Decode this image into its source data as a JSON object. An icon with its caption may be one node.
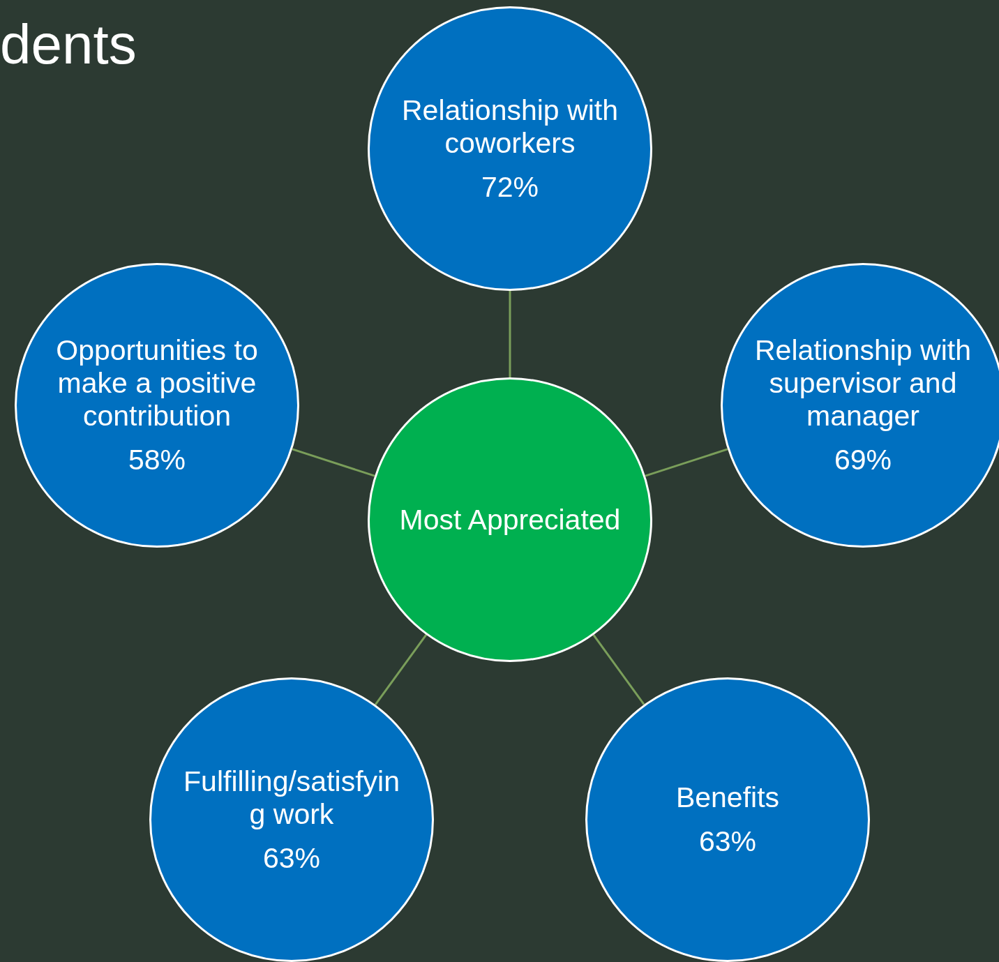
{
  "diagram": {
    "title": "dents",
    "nodes": [
      {
        "text": [
          "Relationship with coworkers",
          "72%"
        ]
      },
      {
        "text": [
          "Opportunities to make a positive contribution",
          "58%"
        ]
      },
      {
        "text": [
          "Relationship with supervisor and manager",
          "69%"
        ]
      },
      {
        "text": [
          "Most Appreciated"
        ]
      },
      {
        "text": [
          "Fulfilling/satisfying work",
          "63%"
        ]
      },
      {
        "text": [
          "Benefits",
          "63%"
        ]
      }
    ],
    "edges": [
      {
        "from": 3,
        "to": 0,
        "arrow": "none"
      },
      {
        "from": 3,
        "to": 1,
        "arrow": "none"
      },
      {
        "from": 3,
        "to": 2,
        "arrow": "none"
      },
      {
        "from": 3,
        "to": 4,
        "arrow": "none"
      },
      {
        "from": 3,
        "to": 5,
        "arrow": "none"
      }
    ]
  }
}
